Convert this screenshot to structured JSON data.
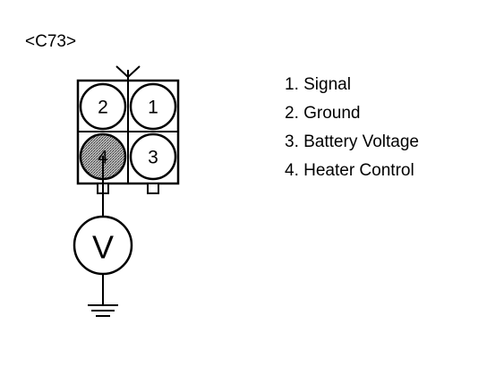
{
  "connector": {
    "label": "<C73>",
    "pins": [
      {
        "id": "pin-2",
        "number": "2",
        "highlighted": false
      },
      {
        "id": "pin-1",
        "number": "1",
        "highlighted": false
      },
      {
        "id": "pin-4",
        "number": "4",
        "highlighted": true
      },
      {
        "id": "pin-3",
        "number": "3",
        "highlighted": false
      }
    ]
  },
  "meter": {
    "symbol": "V"
  },
  "legend": {
    "items": [
      "1. Signal",
      "2. Ground",
      "3. Battery Voltage",
      "4. Heater Control"
    ]
  },
  "colors": {
    "line": "#000000",
    "background": "#ffffff",
    "highlight": "#8a8a8a"
  }
}
